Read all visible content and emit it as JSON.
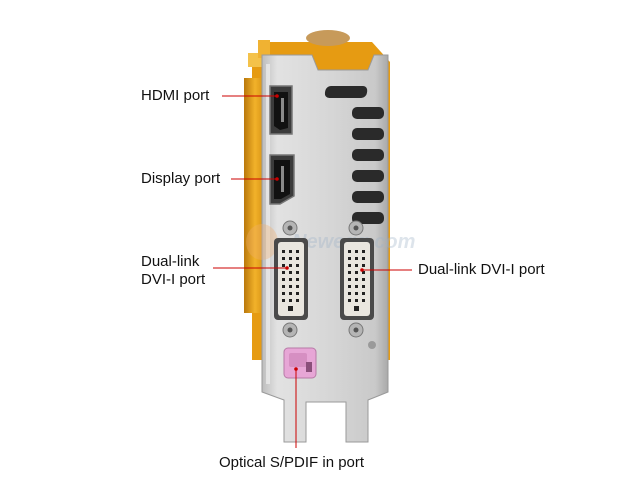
{
  "callouts": {
    "hdmi": "HDMI port",
    "display_port": "Display port",
    "dvi_left_line1": "Dual-link",
    "dvi_left_line2": "DVI-I port",
    "dvi_right": "Dual-link DVI-I port",
    "spdif": "Optical S/PDIF in port"
  },
  "watermark": "Newegg.com",
  "colors": {
    "bracket": "#d7d7d7",
    "card_pcb": "#e8a21a",
    "leader_line": "#cc0000",
    "spdif_port": "#e7a6d6",
    "dvi_connector": "#e9e6df"
  }
}
